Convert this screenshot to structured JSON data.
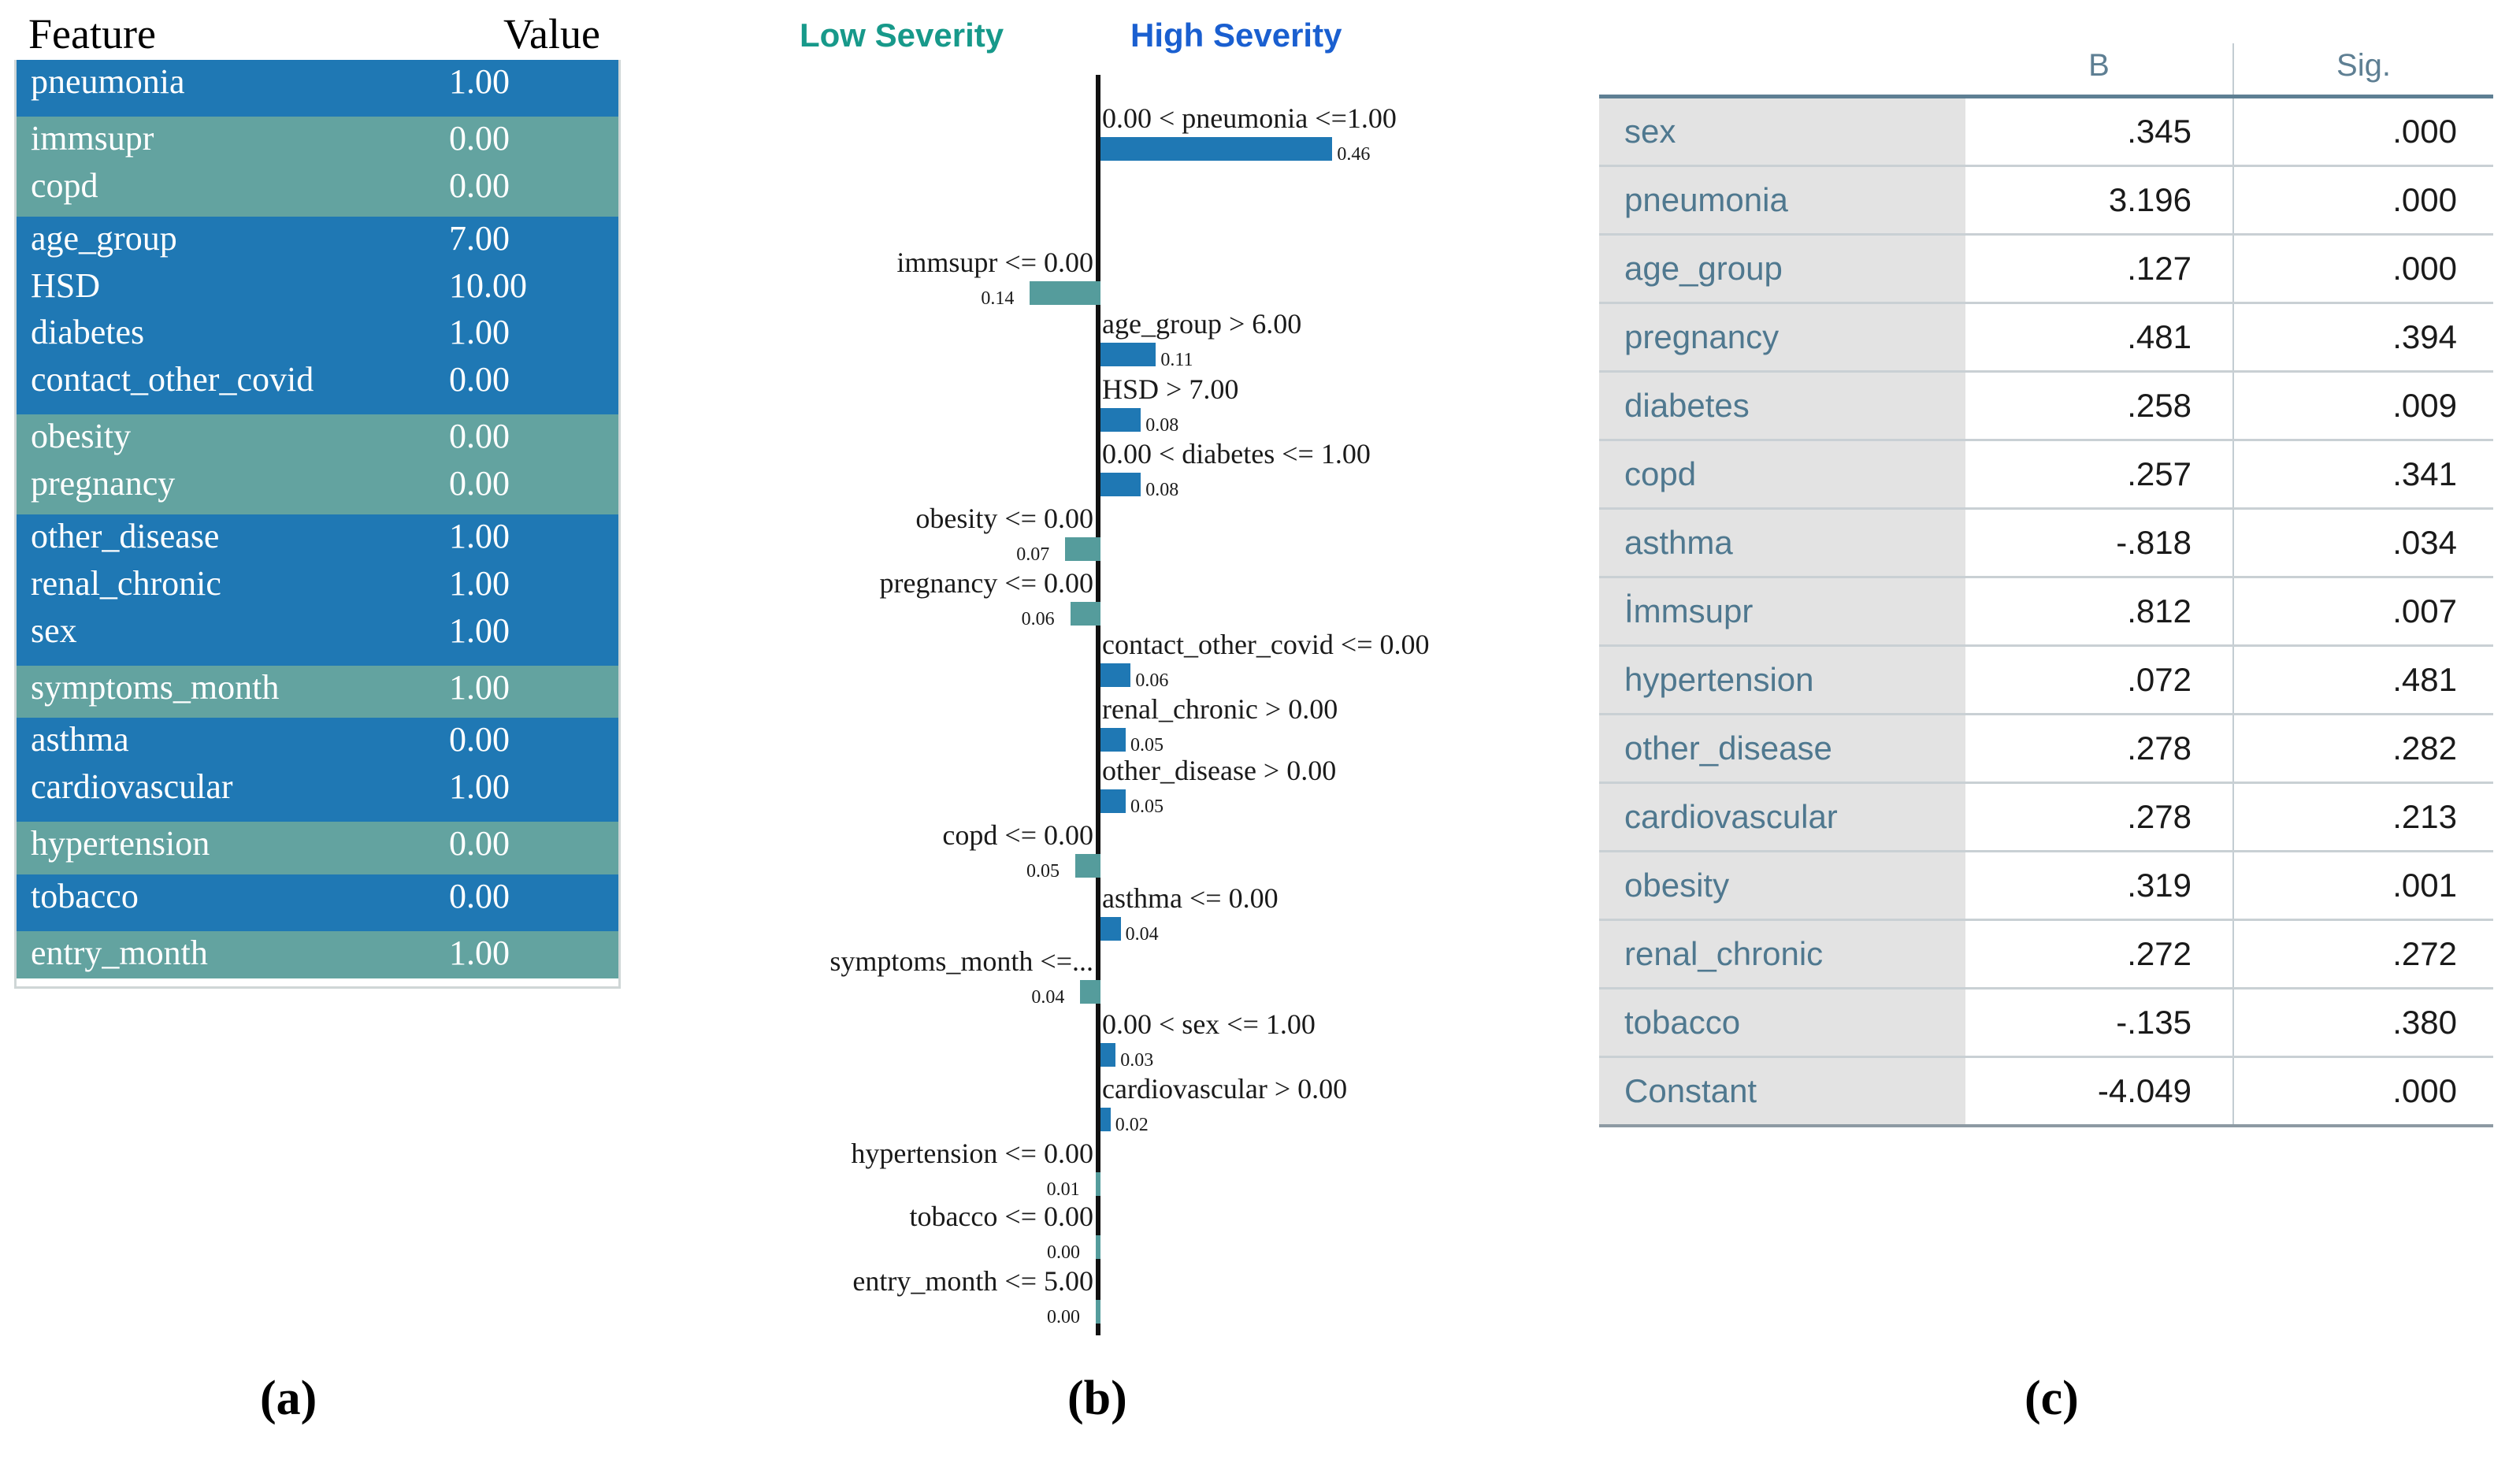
{
  "panel_a": {
    "caption": "(a)",
    "headers": {
      "feature": "Feature",
      "value": "Value"
    },
    "rows": [
      {
        "feature": "pneumonia",
        "value": "1.00",
        "band": "blue"
      },
      {
        "feature": "immsupr",
        "value": "0.00",
        "band": "teal"
      },
      {
        "feature": "copd",
        "value": "0.00",
        "band": "teal"
      },
      {
        "feature": "age_group",
        "value": "7.00",
        "band": "blue"
      },
      {
        "feature": "HSD",
        "value": "10.00",
        "band": "blue"
      },
      {
        "feature": "diabetes",
        "value": "1.00",
        "band": "blue"
      },
      {
        "feature": "contact_other_covid",
        "value": "0.00",
        "band": "blue"
      },
      {
        "feature": "obesity",
        "value": "0.00",
        "band": "teal"
      },
      {
        "feature": "pregnancy",
        "value": "0.00",
        "band": "teal"
      },
      {
        "feature": "other_disease",
        "value": "1.00",
        "band": "blue"
      },
      {
        "feature": "renal_chronic",
        "value": "1.00",
        "band": "blue"
      },
      {
        "feature": "sex",
        "value": "1.00",
        "band": "blue"
      },
      {
        "feature": "symptoms_month",
        "value": "1.00",
        "band": "teal"
      },
      {
        "feature": "asthma",
        "value": "0.00",
        "band": "blue"
      },
      {
        "feature": "cardiovascular",
        "value": "1.00",
        "band": "blue"
      },
      {
        "feature": "hypertension",
        "value": "0.00",
        "band": "teal"
      },
      {
        "feature": "tobacco",
        "value": "0.00",
        "band": "blue"
      },
      {
        "feature": "entry_month",
        "value": "1.00",
        "band": "teal"
      }
    ],
    "colors": {
      "blue": "#1f78b4",
      "teal": "#63a3a0",
      "border": "#cfd6d6"
    }
  },
  "panel_b": {
    "caption": "(b)",
    "legend": {
      "low": "Low Severity",
      "high": "High Severity",
      "low_color": "#17998a",
      "high_color": "#1a5fd0"
    },
    "chart_data": {
      "type": "bar",
      "title": "",
      "xlabel": "",
      "ylabel": "",
      "orientation": "horizontal-diverging",
      "legend_position": "top",
      "grid": false,
      "xlim": [
        -0.5,
        0.5
      ],
      "axis_center": 0,
      "negative_label": "Low Severity",
      "positive_label": "High Severity",
      "positive_color": "#1f78b4",
      "negative_color": "#559c9c",
      "categories": [
        "0.00 < pneumonia <=1.00",
        "immsupr <= 0.00",
        "age_group > 6.00",
        "HSD > 7.00",
        "0.00 < diabetes <= 1.00",
        "obesity <= 0.00",
        "pregnancy <= 0.00",
        "contact_other_covid  <= 0.00",
        "renal_chronic > 0.00",
        "other_disease > 0.00",
        "copd <= 0.00",
        "asthma <= 0.00",
        "symptoms_month <=...",
        "0.00 < sex <= 1.00",
        "cardiovascular > 0.00",
        "hypertension <= 0.00",
        "tobacco <= 0.00",
        "entry_month <= 5.00"
      ],
      "values": [
        0.46,
        -0.14,
        0.11,
        0.08,
        0.08,
        -0.07,
        -0.06,
        0.06,
        0.05,
        0.05,
        -0.05,
        0.04,
        -0.04,
        0.03,
        0.02,
        -0.01,
        -0.0,
        -0.0
      ],
      "value_labels": [
        "0.46",
        "0.14",
        "0.11",
        "0.08",
        "0.08",
        "0.07",
        "0.06",
        "0.06",
        "0.05",
        "0.05",
        "0.05",
        "0.04",
        "0.04",
        "0.03",
        "0.02",
        "0.01",
        "0.00",
        "0.00"
      ],
      "sides": [
        "pos",
        "neg",
        "pos",
        "pos",
        "pos",
        "neg",
        "neg",
        "pos",
        "pos",
        "pos",
        "neg",
        "pos",
        "neg",
        "pos",
        "pos",
        "neg",
        "neg",
        "neg"
      ]
    }
  },
  "panel_c": {
    "caption": "(c)",
    "headers": [
      "",
      "B",
      "Sig."
    ],
    "rows": [
      {
        "name": "sex",
        "b": ".345",
        "sig": ".000"
      },
      {
        "name": "pneumonia",
        "b": "3.196",
        "sig": ".000"
      },
      {
        "name": "age_group",
        "b": ".127",
        "sig": ".000"
      },
      {
        "name": "pregnancy",
        "b": ".481",
        "sig": ".394"
      },
      {
        "name": "diabetes",
        "b": ".258",
        "sig": ".009"
      },
      {
        "name": "copd",
        "b": ".257",
        "sig": ".341"
      },
      {
        "name": "asthma",
        "b": "-.818",
        "sig": ".034"
      },
      {
        "name": "İmmsupr",
        "b": ".812",
        "sig": ".007"
      },
      {
        "name": "hypertension",
        "b": ".072",
        "sig": ".481"
      },
      {
        "name": "other_disease",
        "b": ".278",
        "sig": ".282"
      },
      {
        "name": "cardiovascular",
        "b": ".278",
        "sig": ".213"
      },
      {
        "name": "obesity",
        "b": ".319",
        "sig": ".001"
      },
      {
        "name": "renal_chronic",
        "b": ".272",
        "sig": ".272"
      },
      {
        "name": "tobacco",
        "b": "-.135",
        "sig": ".380"
      },
      {
        "name": "Constant",
        "b": "-4.049",
        "sig": ".000"
      }
    ],
    "colors": {
      "name_bg": "#e3e3e3",
      "name_text": "#4f788f",
      "header_text": "#5e7f93"
    }
  }
}
